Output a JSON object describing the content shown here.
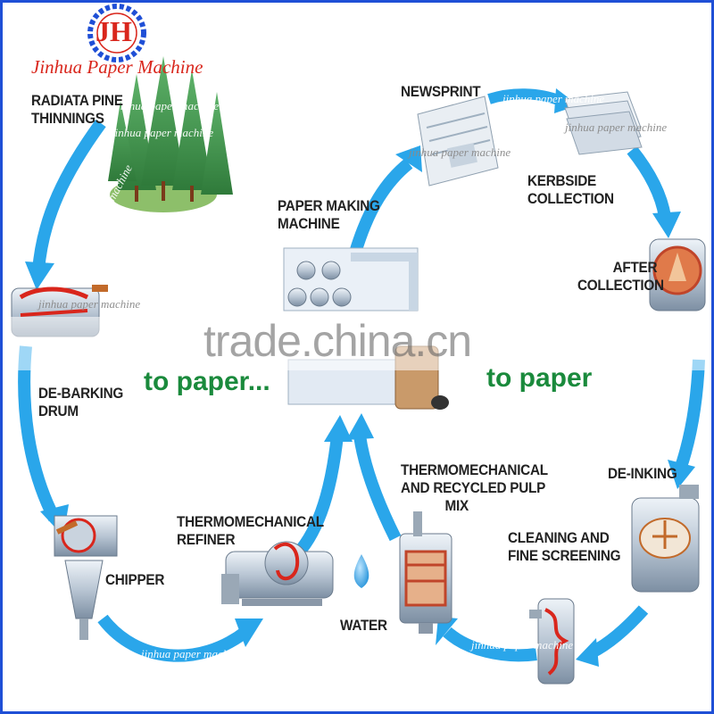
{
  "brand": {
    "logo_text": "JH",
    "name": "Jinhua Paper Machine"
  },
  "watermark": {
    "text": "jinhua paper machine",
    "site": "trade.china.cn"
  },
  "steps": {
    "radiata": [
      "RADIATA PINE",
      "THINNINGS"
    ],
    "debarking": [
      "DE-BARKING",
      "DRUM"
    ],
    "chipper": [
      "CHIPPER"
    ],
    "refiner": [
      "THERMOMECHANICAL",
      "REFINER"
    ],
    "water": [
      "WATER"
    ],
    "pulp_mix": [
      "THERMOMECHANICAL",
      "AND RECYCLED PULP",
      "MIX"
    ],
    "paper_machine": [
      "PAPER MAKING",
      "MACHINE"
    ],
    "newsprint": [
      "NEWSPRINT"
    ],
    "kerbside": [
      "KERBSIDE",
      "COLLECTION"
    ],
    "after": [
      "AFTER",
      "COLLECTION"
    ],
    "deinking": [
      "DE-INKING"
    ],
    "cleaning": [
      "CLEANING AND",
      "FINE SCREENING"
    ]
  },
  "taglines": {
    "left": "to paper...",
    "right": "to paper"
  },
  "colors": {
    "arrow": "#2aa6ea",
    "brand_red": "#d9261c",
    "tagline_green": "#1a8a3c",
    "border": "#1f4fd6"
  }
}
